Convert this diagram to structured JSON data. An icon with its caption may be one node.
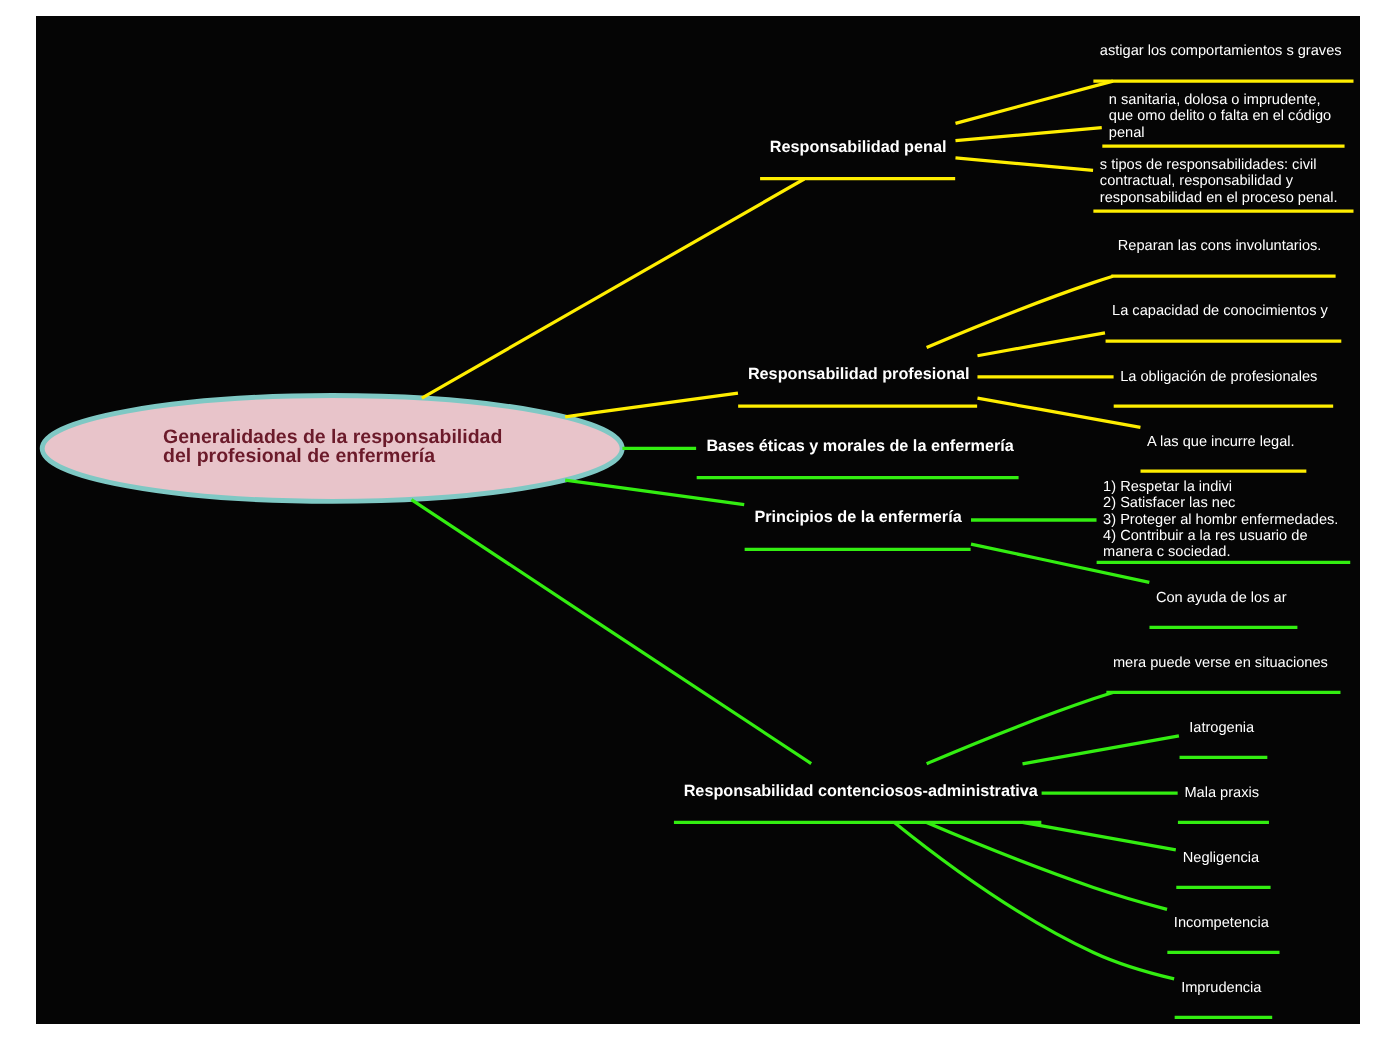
{
  "diagram": {
    "nodes": [
      {
        "text": [
          "Generalidades de la responsabilidad del profesional de enfermería"
        ]
      },
      {
        "text": [
          "Responsabilidad penal"
        ]
      },
      {
        "text": [
          "astigar los comportamientos s graves"
        ]
      },
      {
        "text": [
          "n sanitaria, dolosa o imprudente, que omo delito o falta en el código penal"
        ]
      },
      {
        "text": [
          "s tipos de responsabilidades: civil contractual, responsabilidad y responsabilidad en el proceso penal."
        ]
      },
      {
        "text": [
          "Responsabilidad profesional"
        ]
      },
      {
        "text": [
          "Reparan las cons involuntarios."
        ]
      },
      {
        "text": [
          "La capacidad de conocimientos y"
        ]
      },
      {
        "text": [
          "La obligación de profesionales"
        ]
      },
      {
        "text": [
          "A las que incurre legal."
        ]
      },
      {
        "text": [
          "Bases éticas y morales de la enfermería"
        ]
      },
      {
        "text": [
          "Principios de la enfermería"
        ]
      },
      {
        "text": [
          "1) Respetar la indivi",
          "2) Satisfacer las nec",
          "3) Proteger al hombr enfermedades.",
          "4) Contribuir a la res usuario de manera c sociedad."
        ]
      },
      {
        "text": [
          "Con ayuda de los ar"
        ]
      },
      {
        "text": [
          "Responsabilidad contenciosos-administrativa"
        ]
      },
      {
        "text": [
          "mera puede verse en situaciones"
        ]
      },
      {
        "text": [
          "Iatrogenia"
        ]
      },
      {
        "text": [
          "Mala praxis"
        ]
      },
      {
        "text": [
          "Negligencia"
        ]
      },
      {
        "text": [
          "Incompetencia"
        ]
      },
      {
        "text": [
          "Imprudencia"
        ]
      }
    ],
    "edges": [
      {
        "from": 0,
        "to": 1,
        "arrow": "none",
        "color": "#ffee00"
      },
      {
        "from": 1,
        "to": 2,
        "arrow": "none",
        "color": "#ffee00"
      },
      {
        "from": 1,
        "to": 3,
        "arrow": "none",
        "color": "#ffee00"
      },
      {
        "from": 1,
        "to": 4,
        "arrow": "none",
        "color": "#ffee00"
      },
      {
        "from": 0,
        "to": 5,
        "arrow": "none",
        "color": "#ffee00"
      },
      {
        "from": 5,
        "to": 6,
        "arrow": "none",
        "color": "#ffee00"
      },
      {
        "from": 5,
        "to": 7,
        "arrow": "none",
        "color": "#ffee00"
      },
      {
        "from": 5,
        "to": 8,
        "arrow": "none",
        "color": "#ffee00"
      },
      {
        "from": 5,
        "to": 9,
        "arrow": "none",
        "color": "#ffee00"
      },
      {
        "from": 0,
        "to": 10,
        "arrow": "none"
      },
      {
        "from": 0,
        "to": 11,
        "arrow": "none"
      },
      {
        "from": 11,
        "to": 12,
        "arrow": "none"
      },
      {
        "from": 11,
        "to": 13,
        "arrow": "none"
      },
      {
        "from": 0,
        "to": 14,
        "arrow": "none"
      },
      {
        "from": 14,
        "to": 15,
        "arrow": "none"
      },
      {
        "from": 14,
        "to": 16,
        "arrow": "none"
      },
      {
        "from": 14,
        "to": 17,
        "arrow": "none"
      },
      {
        "from": 14,
        "to": 18,
        "arrow": "none"
      },
      {
        "from": 14,
        "to": 19,
        "arrow": "none"
      },
      {
        "from": 14,
        "to": 20,
        "arrow": "none"
      }
    ]
  }
}
